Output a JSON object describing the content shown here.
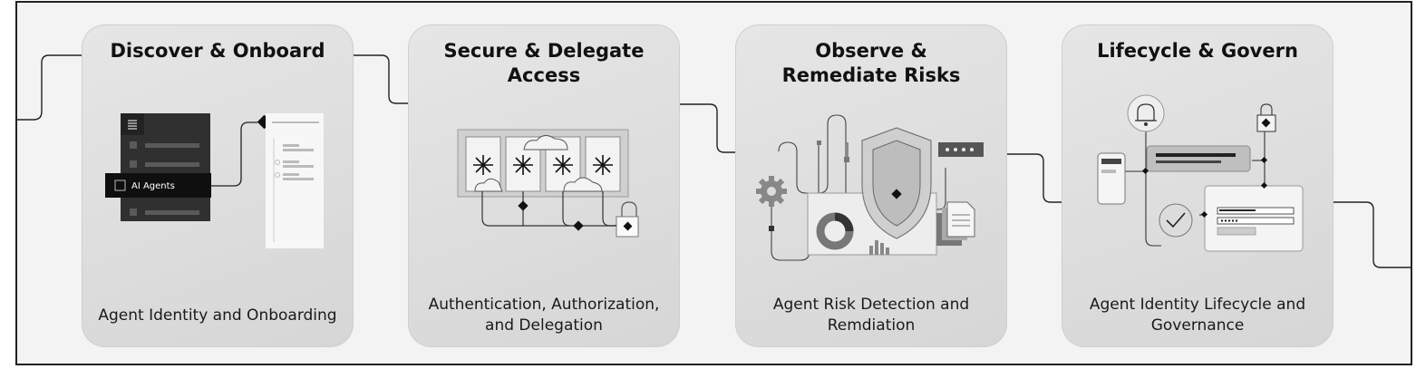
{
  "stages": [
    {
      "title": "Discover & Onboard",
      "caption": "Agent Identity and Onboarding",
      "panel_label": "AI Agents"
    },
    {
      "title": "Secure & Delegate Access",
      "caption": "Authentication, Authorization, and Delegation"
    },
    {
      "title": "Observe & Remediate Risks",
      "caption": "Agent Risk Detection and Remdiation"
    },
    {
      "title": "Lifecycle & Govern",
      "caption": "Agent Identity Lifecycle and Governance"
    }
  ],
  "colors": {
    "panel_dark": "#2f2f2f",
    "accent_black": "#111111",
    "card_fill": "#dddddd",
    "background": "#f3f3f3"
  }
}
